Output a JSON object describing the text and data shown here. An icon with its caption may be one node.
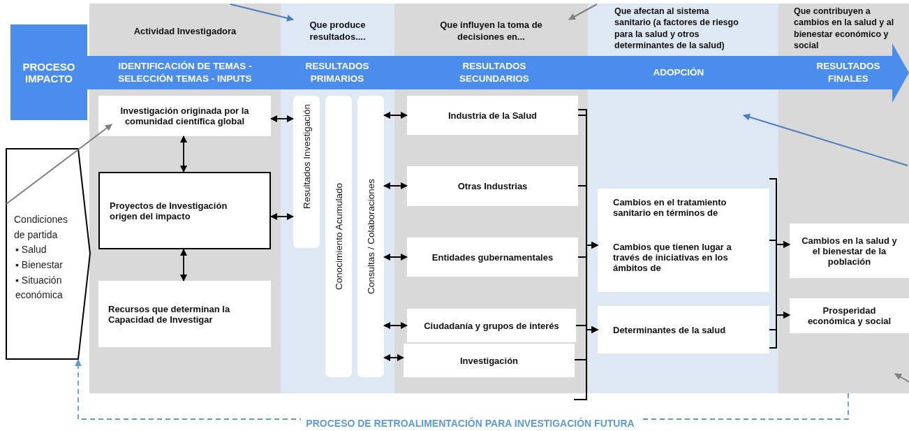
{
  "diagram": {
    "nodes": [
      {
        "text": [
          "PROCESO IMPACTO"
        ]
      },
      {
        "text": [
          "Actividad Investigadora",
          "IDENTIFICACIÓN DE TEMAS - SELECCIÓN TEMAS - INPUTS"
        ]
      },
      {
        "text": [
          "Que produce resultados....",
          "RESULTADOS PRIMARIOS"
        ]
      },
      {
        "text": [
          "Que influyen la toma de decisiones en...",
          "RESULTADOS SECUNDARIOS"
        ]
      },
      {
        "text": [
          "Que afectan al sistema sanitario (a factores de riesgo para la salud y otros determinantes de la salud)",
          "ADOPCIÓN"
        ]
      },
      {
        "text": [
          "Que contribuyen a cambios en la salud y al bienestar económico y social",
          "RESULTADOS FINALES"
        ]
      },
      {
        "text": [
          "Condiciones de partida",
          "▪ Salud",
          "▪ Bienestar",
          "▪ Situación económica"
        ]
      },
      {
        "text": [
          "Investigación originada por la comunidad científica global"
        ],
        "in": 1
      },
      {
        "text": [
          "Proyectos de Investigación origen del impacto"
        ],
        "in": 1
      },
      {
        "text": [
          "Recursos que determinan la Capacidad de Investigar"
        ],
        "in": 1
      },
      {
        "text": [
          "Resultados Investigación"
        ],
        "in": 2
      },
      {
        "text": [
          "Conocimiento Acumulado"
        ],
        "in": 2
      },
      {
        "text": [
          "Consultas / Colaboraciones"
        ],
        "in": 2
      },
      {
        "text": [
          "Industria de la Salud"
        ],
        "in": 3
      },
      {
        "text": [
          "Otras Industrias"
        ],
        "in": 3
      },
      {
        "text": [
          "Entidades gubernamentales"
        ],
        "in": 3
      },
      {
        "text": [
          "Ciudadanía y grupos de interés"
        ],
        "in": 3
      },
      {
        "text": [
          "Investigación"
        ],
        "in": 3
      },
      {
        "text": [
          "Cambios en el tratamiento sanitario en términos de",
          "Cambios que tienen lugar a través de iniciativas en los ámbitos de"
        ],
        "in": 4
      },
      {
        "text": [
          "Determinantes de la salud"
        ],
        "in": 4
      },
      {
        "text": [
          "Cambios en la salud y el bienestar de la población"
        ],
        "in": 5
      },
      {
        "text": [
          "Prosperidad económica y social"
        ],
        "in": 5
      }
    ],
    "edges": [
      {
        "from": 7,
        "to": 10,
        "arrow": "both"
      },
      {
        "from": 8,
        "to": 10,
        "arrow": "both"
      },
      {
        "from": 7,
        "to": 8,
        "arrow": "both"
      },
      {
        "from": 8,
        "to": 9,
        "arrow": "both"
      },
      {
        "from": 12,
        "to": 13,
        "arrow": "both"
      },
      {
        "from": 12,
        "to": 14,
        "arrow": "both"
      },
      {
        "from": 12,
        "to": 15,
        "arrow": "both"
      },
      {
        "from": 12,
        "to": 16,
        "arrow": "both"
      },
      {
        "from": 12,
        "to": 17,
        "arrow": "both"
      },
      {
        "from": 13,
        "to": 18,
        "arrow": "to"
      },
      {
        "from": 13,
        "to": 19,
        "arrow": "to"
      },
      {
        "from": 14,
        "to": 18,
        "arrow": "to"
      },
      {
        "from": 14,
        "to": 19,
        "arrow": "to"
      },
      {
        "from": 15,
        "to": 18,
        "arrow": "to"
      },
      {
        "from": 15,
        "to": 19,
        "arrow": "to"
      },
      {
        "from": 16,
        "to": 18,
        "arrow": "to"
      },
      {
        "from": 16,
        "to": 19,
        "arrow": "to"
      },
      {
        "from": 17,
        "to": 18,
        "arrow": "to"
      },
      {
        "from": 17,
        "to": 19,
        "arrow": "to"
      },
      {
        "from": 18,
        "to": 20,
        "arrow": "to"
      },
      {
        "from": 18,
        "to": 21,
        "arrow": "to"
      },
      {
        "from": 19,
        "to": 20,
        "arrow": "to"
      },
      {
        "from": 19,
        "to": 21,
        "arrow": "to"
      },
      {
        "from": 5,
        "to": 6,
        "arrow": "to",
        "style": "dashed",
        "color": "#5b9bd5",
        "label": "PROCESO DE RETROALIMENTACIÓN PARA INVESTIGACIÓN FUTURA"
      },
      {
        "from": 1,
        "to": 2,
        "arrow": "to",
        "color": "#4a7ebb"
      },
      {
        "from": 4,
        "to": 3,
        "arrow": "to",
        "color": "#808080"
      },
      {
        "from": 6,
        "to": 7,
        "arrow": "to",
        "color": "#808080"
      },
      {
        "from": 5,
        "to": 4,
        "arrow": "to",
        "color": "#4a7ebb"
      },
      {
        "from": null,
        "to": 5,
        "arrow": "to",
        "color": "#808080"
      }
    ]
  }
}
